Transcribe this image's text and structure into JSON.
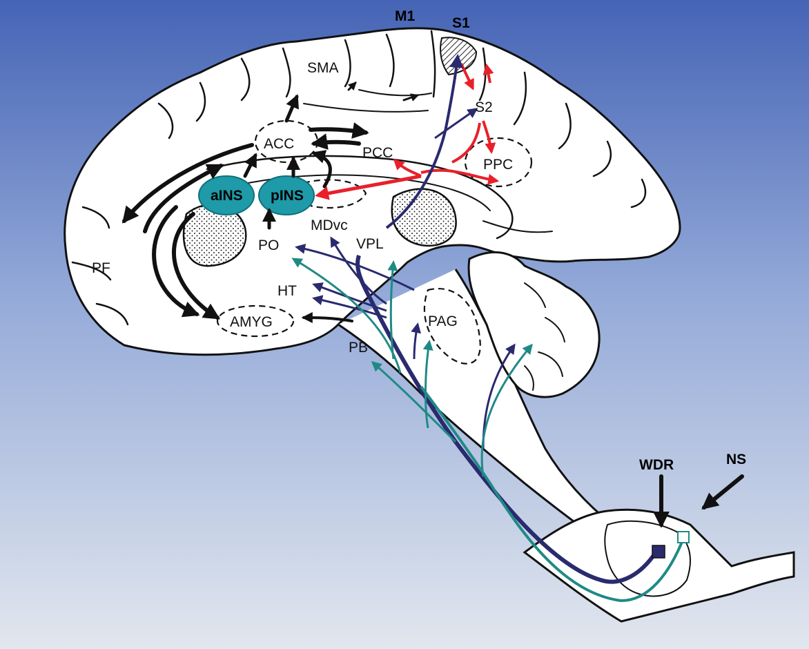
{
  "labels": {
    "m1": "M1",
    "s1": "S1",
    "sma": "SMA",
    "s2": "S2",
    "acc": "ACC",
    "pcc": "PCC",
    "ppc": "PPC",
    "ains": "aINS",
    "pins": "pINS",
    "pf": "PF",
    "po": "PO",
    "mdvc": "MDvc",
    "vpl": "VPL",
    "ht": "HT",
    "amyg": "AMYG",
    "pag": "PAG",
    "pb": "PB",
    "wdr": "WDR",
    "ns": "NS"
  },
  "colors": {
    "bg_top": "#4a68b8",
    "bg_bottom": "#dfe6ef",
    "insula": "#1e9aa8",
    "spinothalamic": "#2a2a6e",
    "spinoreticular": "#1f8a85",
    "cortical_red": "#e8202a",
    "outline": "#111111"
  }
}
